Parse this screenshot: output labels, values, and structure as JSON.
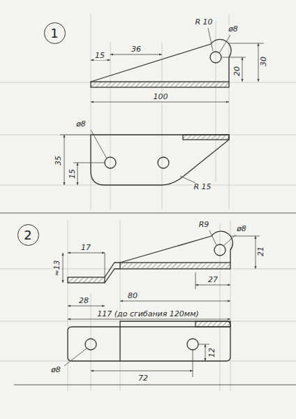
{
  "diagram": {
    "nodes": [
      {
        "text": [
          "1"
        ]
      },
      {
        "text": [
          "2"
        ]
      }
    ],
    "labels": [
      "R 10",
      "ø8",
      "15",
      "36",
      "20",
      "30",
      "100",
      "ø8",
      "35",
      "15",
      "R 15",
      "R9",
      "ø8",
      "17",
      "21",
      "≈13",
      "80",
      "27",
      "28",
      "117 (до сгибания 120мм)",
      "ø8",
      "12",
      "72"
    ]
  }
}
